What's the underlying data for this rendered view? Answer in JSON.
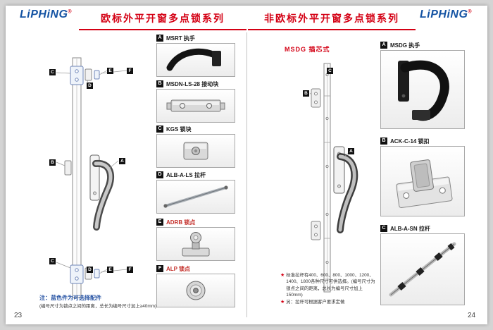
{
  "brand": {
    "logo": "LiPHiNG",
    "registered": "®"
  },
  "colors": {
    "accent_red": "#d40014",
    "brand_blue": "#1453a3",
    "optional_blue": "#2a56a5",
    "highlight_red": "#c4302b"
  },
  "left_page": {
    "page_number": "23",
    "title": "欧标外平开窗多点锁系列",
    "callouts": {
      "top": [
        "C",
        "D",
        "E",
        "F"
      ],
      "mid": [
        "B",
        "A"
      ],
      "bottom": [
        "C",
        "D",
        "E",
        "F"
      ]
    },
    "note_line1": "注：蓝色件为可选择配件",
    "note_line2": "(编号尺寸为锁点之间的距离，总长为编号尺寸加上≥40mm)",
    "products": [
      {
        "letter": "A",
        "name": "MSRT 执手"
      },
      {
        "letter": "B",
        "name": "MSDN-LS-28 接动块"
      },
      {
        "letter": "C",
        "name": "KGS 锁块"
      },
      {
        "letter": "D",
        "name": "ALB-A-LS 拉杆"
      },
      {
        "letter": "E",
        "name": "ADRB 锁点"
      },
      {
        "letter": "F",
        "name": "ALP 锁点"
      }
    ]
  },
  "right_page": {
    "page_number": "24",
    "title": "非欧标外平开窗多点锁系列",
    "diagram_label": "MSDG 插芯式",
    "callouts": {
      "bar": "C",
      "keeper": "B",
      "handle": "A"
    },
    "notes": [
      {
        "star": "★",
        "text": "标准拉杆有400、600、800、1000、1200、1400、1800各种尺寸可供选择。(编号尺寸为锁点之间的距离，总长为编号尺寸加上150mm)"
      },
      {
        "star": "★",
        "text": "另：拉杆可根据客户要求定做"
      }
    ],
    "products": [
      {
        "letter": "A",
        "name": "MSDG 执手"
      },
      {
        "letter": "B",
        "name": "ACK-C-14 锁扣"
      },
      {
        "letter": "C",
        "name": "ALB-A-SN 拉杆"
      }
    ]
  }
}
